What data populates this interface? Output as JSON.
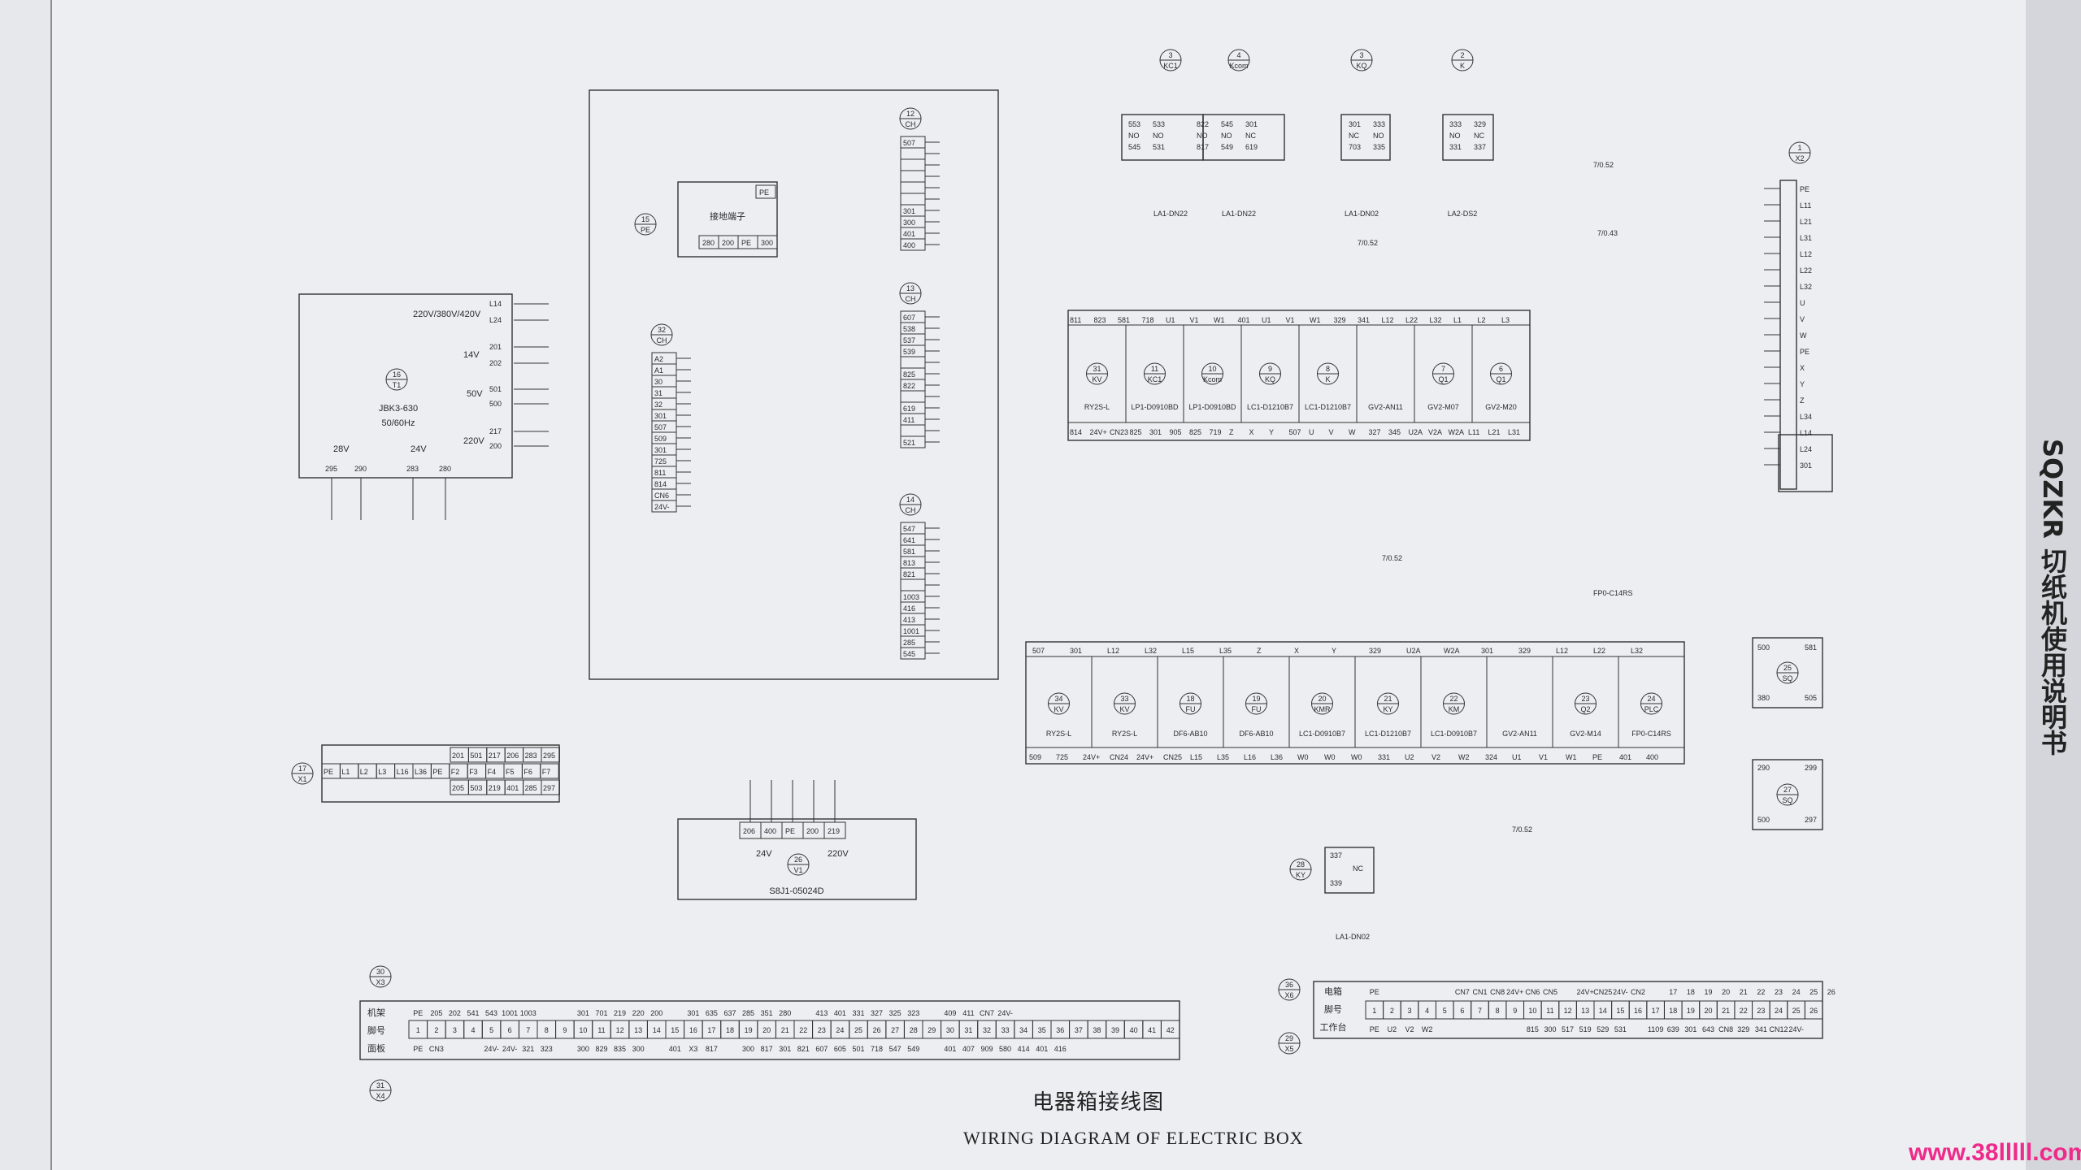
{
  "titles": {
    "cn": "电器箱接线图",
    "en": "WIRING DIAGRAM OF ELECTRIC BOX",
    "side": "SQZKR 切纸机使用说明书",
    "watermark": "www.38lllll.com"
  },
  "transformer": {
    "designator": "16",
    "tag": "T1",
    "model": "JBK3-630",
    "freq": "50/60Hz",
    "primary": "220V/380V/420V",
    "taps": [
      "14V",
      "50V",
      "220V",
      "28V",
      "24V"
    ],
    "terminals": [
      "L14",
      "L24",
      "201",
      "202",
      "501",
      "500",
      "217",
      "200",
      "295",
      "290",
      "283",
      "280"
    ]
  },
  "ground_block": {
    "designator": "15",
    "tag": "PE",
    "label": "接地端子",
    "terminals": [
      "PE",
      "280",
      "200",
      "PE",
      "300"
    ]
  },
  "power_supply": {
    "designator": "26",
    "tag": "V1",
    "model": "S8J1-05024D",
    "terminals": [
      "206",
      "400",
      "PE",
      "200",
      "219"
    ],
    "labels": [
      "24V",
      "220V"
    ]
  },
  "connectors": {
    "ch12": {
      "label": "12",
      "tag": "CH",
      "pins": [
        "507",
        "",
        "",
        "",
        "",
        "",
        "301",
        "300",
        "401",
        "400"
      ]
    },
    "ch13": {
      "label": "13",
      "tag": "CH",
      "pins": [
        "607",
        "538",
        "537",
        "539",
        "",
        "825",
        "822",
        "",
        "619",
        "411",
        "",
        "521"
      ]
    },
    "ch14": {
      "label": "14",
      "tag": "CH",
      "pins": [
        "547",
        "641",
        "581",
        "813",
        "821",
        "",
        "1003",
        "416",
        "413",
        "1001",
        "285",
        "545"
      ]
    },
    "chB": {
      "label": "32",
      "tag": "CH",
      "pins": [
        "A2",
        "A1",
        "30",
        "31",
        "32",
        "301",
        "507",
        "509",
        "301",
        "725",
        "811",
        "814",
        "CN6",
        "24V-"
      ]
    }
  },
  "top_relays": [
    {
      "designator": "3",
      "tag": "KC1",
      "pins": [
        "553",
        "NO",
        "545",
        "533",
        "NO",
        "531"
      ],
      "model": "LA1-DN22"
    },
    {
      "designator": "4",
      "tag": "Kcom",
      "pins": [
        "822",
        "NO",
        "817",
        "545",
        "NO",
        "549",
        "301",
        "NC",
        "619"
      ],
      "model": "LA1-DN22"
    },
    {
      "designator": "3",
      "tag": "KQ",
      "pins": [
        "301",
        "NC",
        "703",
        "333",
        "NO",
        "335"
      ],
      "model": "LA1-DN02"
    },
    {
      "designator": "2",
      "tag": "K",
      "pins": [
        "333",
        "NO",
        "331",
        "329",
        "NC",
        "337"
      ],
      "model": "LA2-DS2"
    }
  ],
  "rail_top": {
    "modules": [
      {
        "model": "RY2S-L",
        "tag": "KV",
        "num": "31"
      },
      {
        "model": "LP1-D0910BD",
        "tag": "KC1",
        "num": "11"
      },
      {
        "model": "LP1-D0910BD",
        "tag": "Kcom",
        "num": "10"
      },
      {
        "model": "LC1-D1210B7",
        "tag": "KQ",
        "num": "9"
      },
      {
        "model": "LC1-D1210B7",
        "tag": "K",
        "num": "8"
      },
      {
        "model": "GV2-AN11",
        "tag": "",
        "num": ""
      },
      {
        "model": "GV2-M07",
        "tag": "Q1",
        "num": "7"
      },
      {
        "model": "GV2-M20",
        "tag": "Q1",
        "num": "6"
      }
    ],
    "top_terms": [
      "811",
      "823",
      "581",
      "718",
      "U1",
      "V1",
      "W1",
      "401",
      "U1",
      "V1",
      "W1",
      "329",
      "341",
      "L12",
      "L22",
      "L32",
      "L1",
      "L2",
      "L3"
    ],
    "bottom_terms": [
      "814",
      "24V+",
      "CN23",
      "825",
      "301",
      "905",
      "825",
      "719",
      "Z",
      "X",
      "Y",
      "507",
      "U",
      "V",
      "W",
      "327",
      "345",
      "U2A",
      "V2A",
      "W2A",
      "L11",
      "L21",
      "L31"
    ]
  },
  "rail_bottom": {
    "modules": [
      {
        "model": "RY2S-L",
        "tag": "KV",
        "num": "34"
      },
      {
        "model": "RY2S-L",
        "tag": "KV",
        "num": "33"
      },
      {
        "model": "DF6-AB10",
        "tag": "FU",
        "num": "18"
      },
      {
        "model": "DF6-AB10",
        "tag": "FU",
        "num": "19"
      },
      {
        "model": "LC1-D0910B7",
        "tag": "KMR",
        "num": "20"
      },
      {
        "model": "LC1-D1210B7",
        "tag": "KY",
        "num": "21"
      },
      {
        "model": "LC1-D0910B7",
        "tag": "KM",
        "num": "22"
      },
      {
        "model": "GV2-AN11",
        "tag": "",
        "num": ""
      },
      {
        "model": "GV2-M14",
        "tag": "Q2",
        "num": "23"
      },
      {
        "model": "FP0-C14RS",
        "tag": "PLC",
        "num": "24"
      }
    ],
    "top_terms": [
      "507",
      "301",
      "L12",
      "L32",
      "L15",
      "L35",
      "Z",
      "X",
      "Y",
      "329",
      "U2A",
      "W2A",
      "301",
      "329",
      "L12",
      "L22",
      "L32"
    ],
    "bottom_terms": [
      "509",
      "725",
      "24V+",
      "CN24",
      "24V+",
      "CN25",
      "L15",
      "L35",
      "L16",
      "L36",
      "W0",
      "W0",
      "W0",
      "331",
      "U2",
      "V2",
      "W2",
      "324",
      "U1",
      "V1",
      "W1",
      "PE",
      "401",
      "400"
    ]
  },
  "right_strip": {
    "designator": "1",
    "tag": "X2",
    "pins": [
      "PE",
      "L11",
      "L21",
      "L31",
      "L12",
      "L22",
      "L32",
      "U",
      "V",
      "W",
      "PE",
      "X",
      "Y",
      "Z",
      "L34",
      "L14",
      "L24",
      "301"
    ]
  },
  "small_boxes": [
    {
      "designator": "25",
      "tag": "SQ",
      "pins": [
        "500",
        "581",
        "380",
        "505"
      ]
    },
    {
      "designator": "27",
      "tag": "SQ",
      "pins": [
        "290",
        "299",
        "500",
        "297"
      ]
    },
    {
      "designator": "28",
      "tag": "KY",
      "pins": [
        "337",
        "NC",
        "339"
      ],
      "model": "LA1-DN02"
    }
  ],
  "terminal_x1": {
    "designator": "17",
    "tag": "X1",
    "row1": [
      "PE",
      "L1",
      "L2",
      "L3",
      "L16",
      "L36",
      "PE",
      "F2",
      "F3",
      "F4",
      "F5",
      "F6",
      "F7"
    ],
    "row0": [
      "201",
      "501",
      "217",
      "206",
      "283",
      "295"
    ],
    "row2": [
      "205",
      "503",
      "219",
      "401",
      "285",
      "297"
    ]
  },
  "terminal_x3": {
    "designator": "30",
    "tag": "X3",
    "row_labels": [
      "机架",
      "脚号",
      "面板"
    ],
    "frame": [
      "PE",
      "205",
      "202",
      "541",
      "543",
      "1001",
      "1003",
      "",
      "",
      "301",
      "701",
      "219",
      "220",
      "200",
      "",
      "301",
      "635",
      "637",
      "285",
      "351",
      "280",
      "",
      "413",
      "401",
      "331",
      "327",
      "325",
      "323",
      "",
      "409",
      "411",
      "CN7",
      "24V-"
    ],
    "pins": [
      "1",
      "2",
      "3",
      "4",
      "5",
      "6",
      "7",
      "8",
      "9",
      "10",
      "11",
      "12",
      "13",
      "14",
      "15",
      "16",
      "17",
      "18",
      "19",
      "20",
      "21",
      "22",
      "23",
      "24",
      "25",
      "26",
      "27",
      "28",
      "29",
      "30",
      "31",
      "32",
      "33",
      "34",
      "35",
      "36",
      "37",
      "38",
      "39",
      "40",
      "41",
      "42"
    ],
    "panel": [
      "PE",
      "CN3",
      "",
      "",
      "24V-",
      "24V-",
      "321",
      "323",
      "",
      "300",
      "829",
      "835",
      "300",
      "",
      "401",
      "X3",
      "817",
      "",
      "300",
      "817",
      "301",
      "821",
      "607",
      "605",
      "501",
      "718",
      "547",
      "549",
      "",
      "401",
      "407",
      "909",
      "580",
      "414",
      "401",
      "416"
    ]
  },
  "terminal_x6": {
    "designator": "36",
    "tag": "X6",
    "row_labels": [
      "电箱",
      "脚号",
      "工作台"
    ],
    "box": [
      "PE",
      "",
      "",
      "",
      "",
      "CN7",
      "CN1",
      "CN8",
      "24V+",
      "CN6",
      "CN5",
      "",
      "24V+",
      "CN25",
      "24V-",
      "CN2",
      "",
      "17",
      "18",
      "19",
      "20",
      "21",
      "22",
      "23",
      "24",
      "25",
      "26"
    ],
    "pins": [
      "1",
      "2",
      "3",
      "4",
      "5",
      "6",
      "7",
      "8",
      "9",
      "10",
      "11",
      "12",
      "13",
      "14",
      "15",
      "16",
      "17",
      "18",
      "19",
      "20",
      "21",
      "22",
      "23",
      "24",
      "25",
      "26"
    ],
    "table": [
      "PE",
      "U2",
      "V2",
      "W2",
      "",
      "",
      "",
      "",
      "",
      "815",
      "300",
      "517",
      "519",
      "529",
      "531",
      "",
      "1109",
      "639",
      "301",
      "643",
      "CN8",
      "329",
      "341",
      "CN12",
      "24V-"
    ]
  },
  "x4": {
    "designator": "31",
    "tag": "X4"
  },
  "x5": {
    "designator": "29",
    "tag": "X5"
  },
  "misc_labels": [
    "7/0.52",
    "7/0.43",
    "7/0.52",
    "7/0.52",
    "7/0.52",
    "FP0-C14RS"
  ]
}
